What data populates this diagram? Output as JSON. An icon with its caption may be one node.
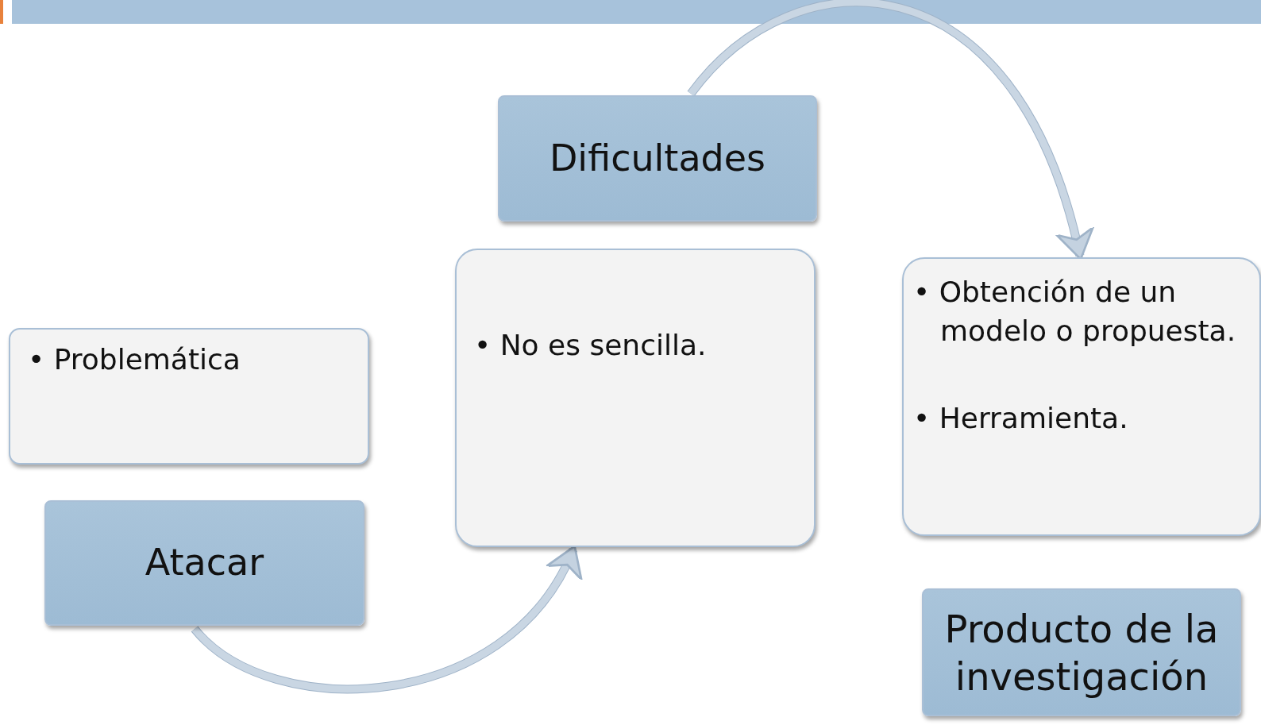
{
  "diagram": {
    "nodes": [
      {
        "text": [
          "• Problemática"
        ]
      },
      {
        "text": [
          "Atacar"
        ]
      },
      {
        "text": [
          "Dificultades"
        ]
      },
      {
        "text": [
          "• No es sencilla."
        ]
      },
      {
        "text": [
          "• Obtención de un modelo o propuesta.",
          "• Herramienta."
        ]
      },
      {
        "text": [
          "Producto de la investigación"
        ]
      }
    ],
    "edges": [
      {
        "from": 1,
        "to": 3,
        "arrow": "to"
      },
      {
        "from": 2,
        "to": 4,
        "arrow": "to"
      }
    ]
  }
}
